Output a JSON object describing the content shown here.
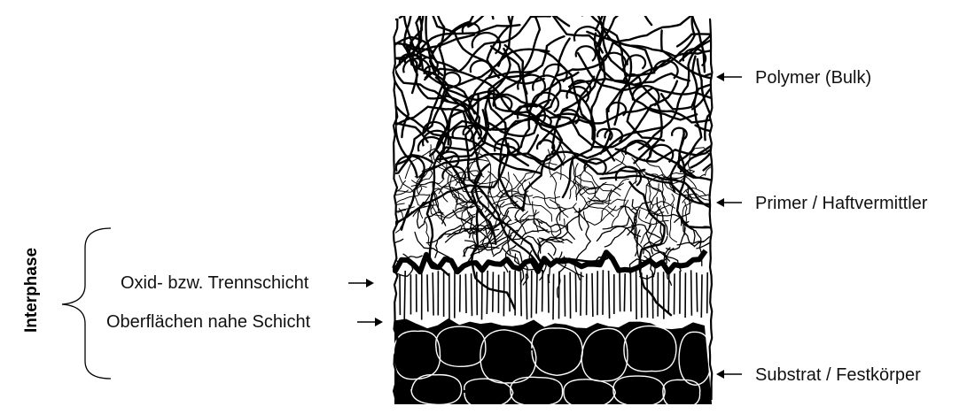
{
  "diagram": {
    "labels": {
      "polymer": "Polymer (Bulk)",
      "primer": "Primer / Haftvermittler",
      "oxide": "Oxid- bzw. Trennschicht",
      "near_surface": "Oberflächen nahe Schicht",
      "substrate": "Substrat / Festkörper",
      "interphase": "Interphase"
    },
    "layers": [
      "polymer-bulk",
      "primer-layer",
      "oxide-layer",
      "near-surface-layer",
      "substrate"
    ],
    "colors": {
      "ink": "#000000",
      "background": "#ffffff",
      "text": "#111111"
    }
  }
}
